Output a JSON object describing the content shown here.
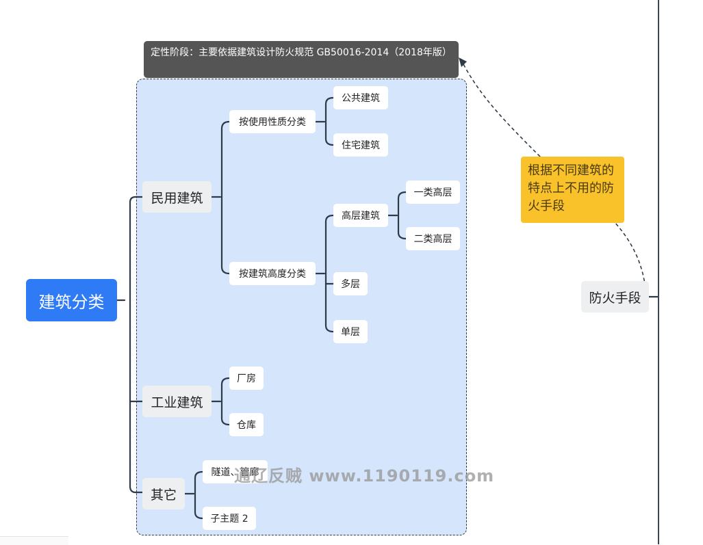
{
  "summary": {
    "text": "定性阶段：主要依据建筑设计防火规范 GB50016-2014（2018年版）"
  },
  "root": {
    "label": "建筑分类"
  },
  "branches": {
    "civil": {
      "label": "民用建筑"
    },
    "by_use": {
      "label": "按使用性质分类"
    },
    "public": {
      "label": "公共建筑"
    },
    "residential": {
      "label": "住宅建筑"
    },
    "by_height": {
      "label": "按建筑高度分类"
    },
    "high_rise": {
      "label": "高层建筑"
    },
    "class1": {
      "label": "一类高层"
    },
    "class2": {
      "label": "二类高层"
    },
    "multi": {
      "label": "多层"
    },
    "single": {
      "label": "单层"
    },
    "industrial": {
      "label": "工业建筑"
    },
    "factory": {
      "label": "厂房"
    },
    "warehouse": {
      "label": "仓库"
    },
    "other": {
      "label": "其它"
    },
    "tunnel": {
      "label": "隧道、管廊"
    },
    "subtopic2": {
      "label": "子主题 2"
    }
  },
  "fire": {
    "label": "防火手段"
  },
  "callout": {
    "text": "根据不同建筑的特点上不用的防火手段"
  },
  "watermark": {
    "text": "通辽反贼 www.1190119.com"
  },
  "colors": {
    "root": "#2f7bf5",
    "group_bg": "#d5e5fb",
    "summary_bg": "#555555",
    "callout_bg": "#f9c22b",
    "connector": "#2f3a48"
  }
}
